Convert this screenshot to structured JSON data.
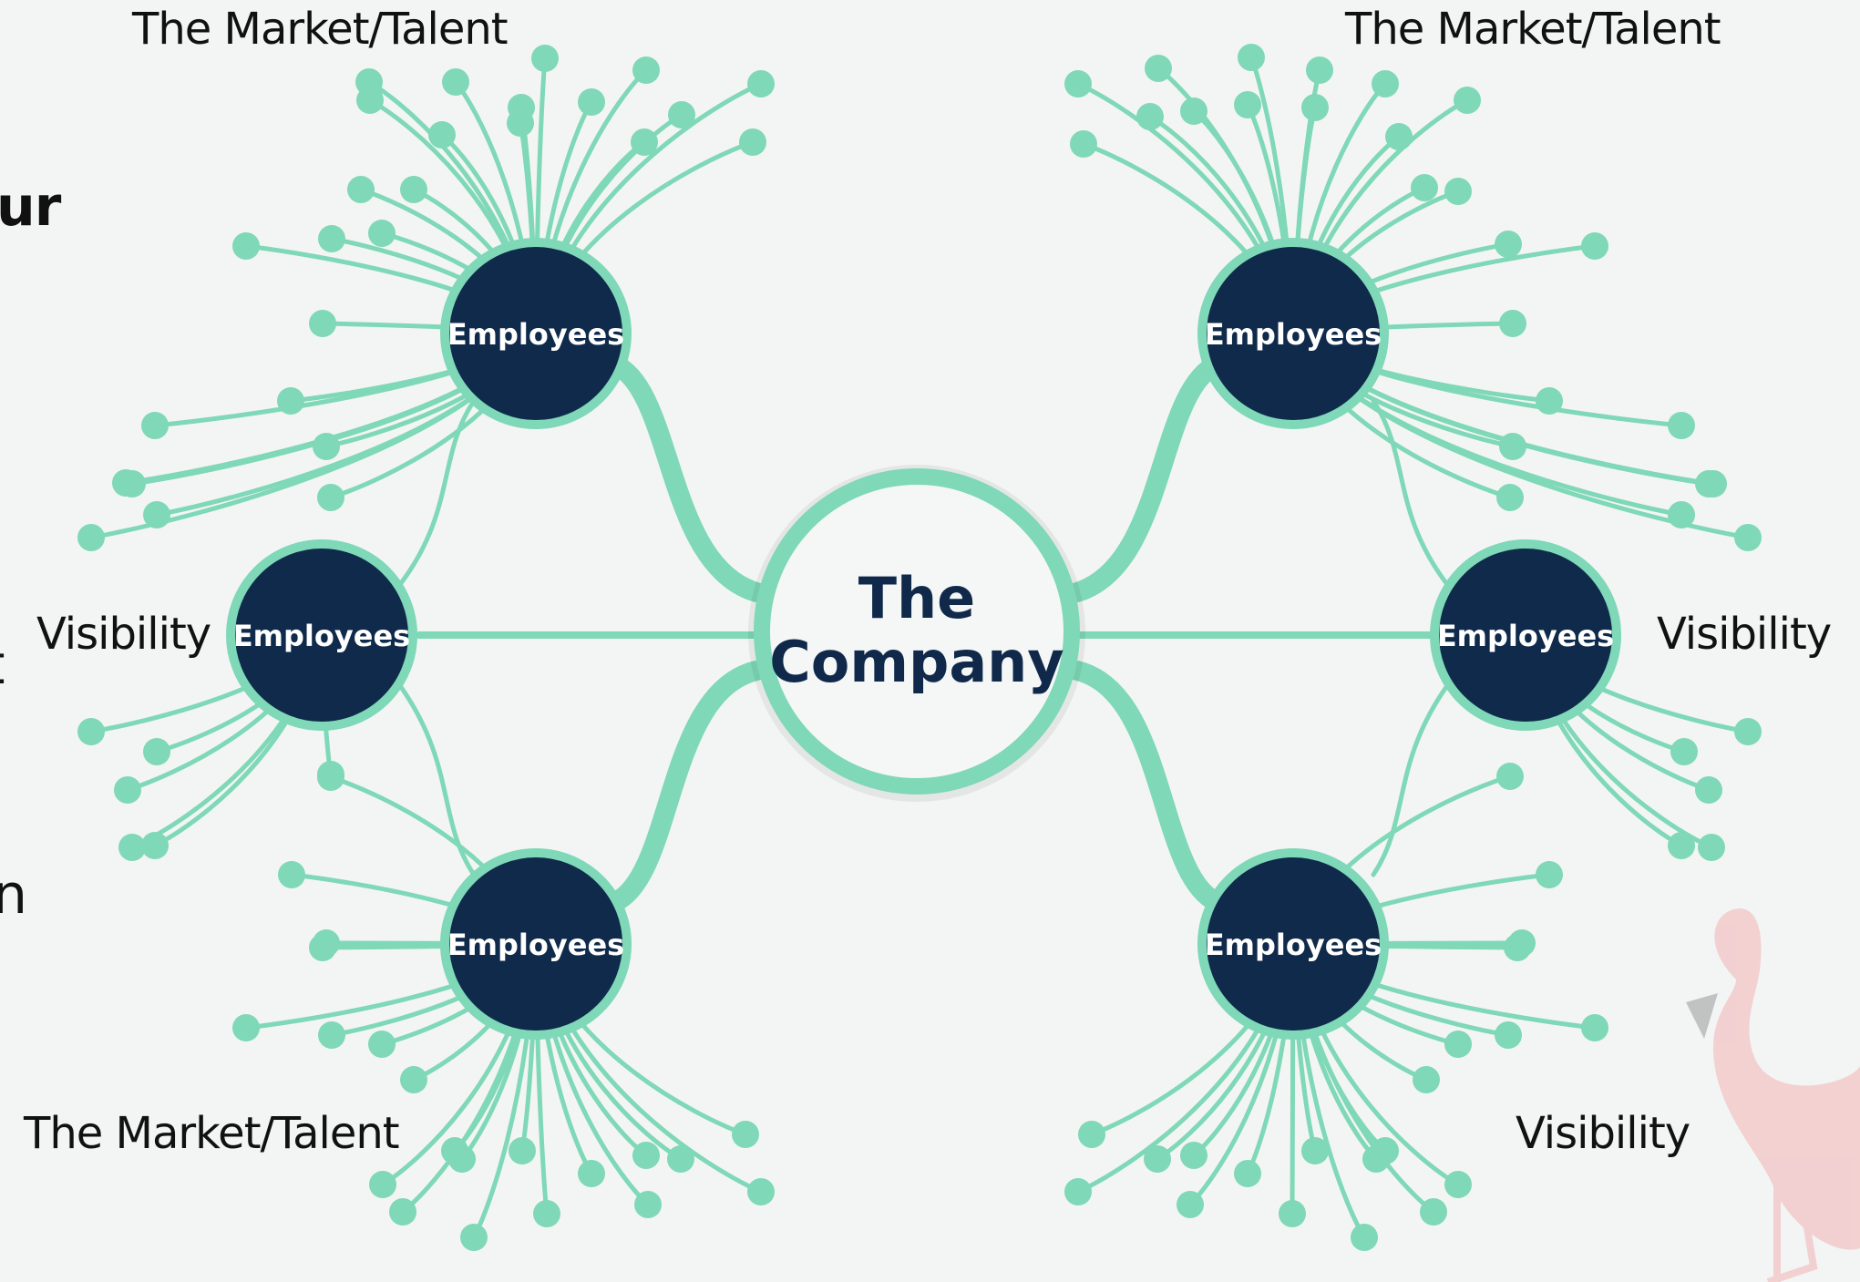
{
  "diagram": {
    "center_label_line1": "The",
    "center_label_line2": "Company",
    "node_label": "Employees",
    "labels": {
      "top_left": "The Market/Talent",
      "top_right": "The Market/Talent",
      "left": "Visibility",
      "right": "Visibility",
      "bottom_left": "The Market/Talent",
      "bottom_right": "Visibility"
    },
    "cropped_text": [
      "ur",
      "t",
      "n"
    ],
    "colors": {
      "connector": "#7fd8b8",
      "node_fill": "#0f2a4a",
      "center_fill": "#f4f7f6",
      "center_text": "#10294a",
      "background": "#f3f5f4",
      "flamingo": "#f2b3b5"
    },
    "icons": [
      "flamingo-logo"
    ]
  }
}
